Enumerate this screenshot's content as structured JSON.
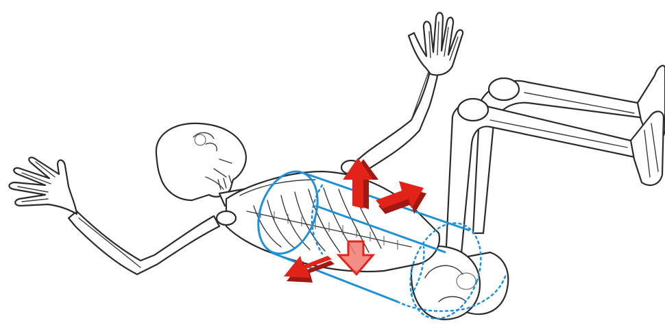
{
  "illustration": {
    "colors": {
      "background": "#ffffff",
      "bone_outline": "#2a2a2a",
      "cylinder": "#1f8fd6",
      "arrow": "#e2231a",
      "arrow_shadow": "#a01812"
    },
    "arrow_directions": [
      "up",
      "right",
      "down",
      "left"
    ]
  }
}
